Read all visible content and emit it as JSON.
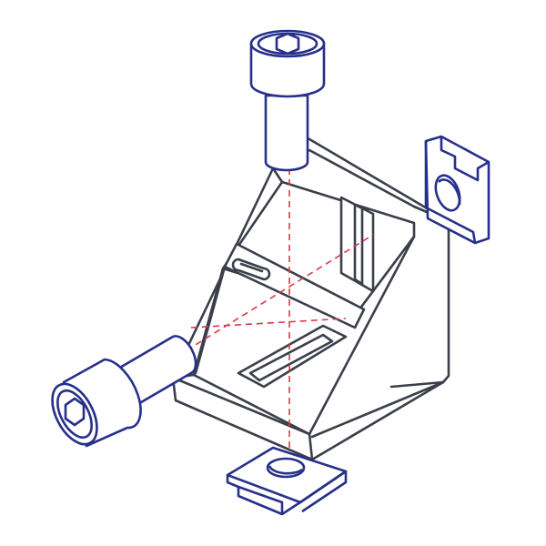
{
  "colors": {
    "background": "#ffffff",
    "bracket": "#3a3f4a",
    "hardware": "#27308a",
    "axis": "#d83a4a"
  },
  "parts": [
    {
      "name": "socket-head-cap-screw",
      "count": 2,
      "drive": "hex-socket"
    },
    {
      "name": "corner-angle-bracket",
      "count": 1
    },
    {
      "name": "t-slot-nut",
      "count": 2
    }
  ],
  "icons": [
    "hex-socket-icon"
  ]
}
